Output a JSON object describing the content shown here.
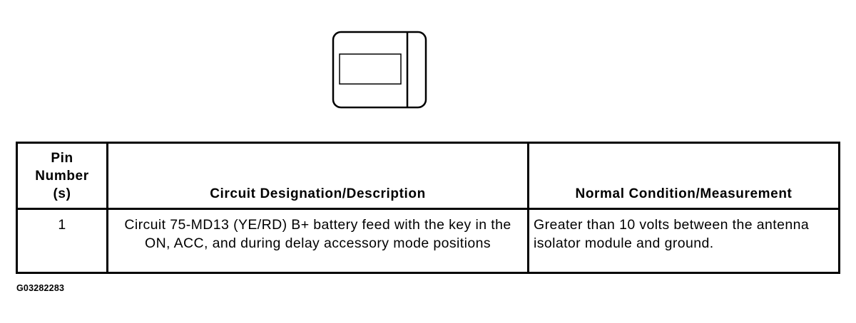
{
  "table": {
    "headers": {
      "pin": "Pin Number (s)",
      "circuit": "Circuit Designation/Description",
      "measurement": "Normal Condition/Measurement"
    },
    "rows": [
      {
        "pin": "1",
        "circuit": "Circuit 75-MD13 (YE/RD) B+ battery feed with the key in the ON, ACC, and during delay accessory mode positions",
        "measurement": "Greater than 10 volts between the antenna isolator module and ground."
      }
    ]
  },
  "figure_id": "G03282283"
}
